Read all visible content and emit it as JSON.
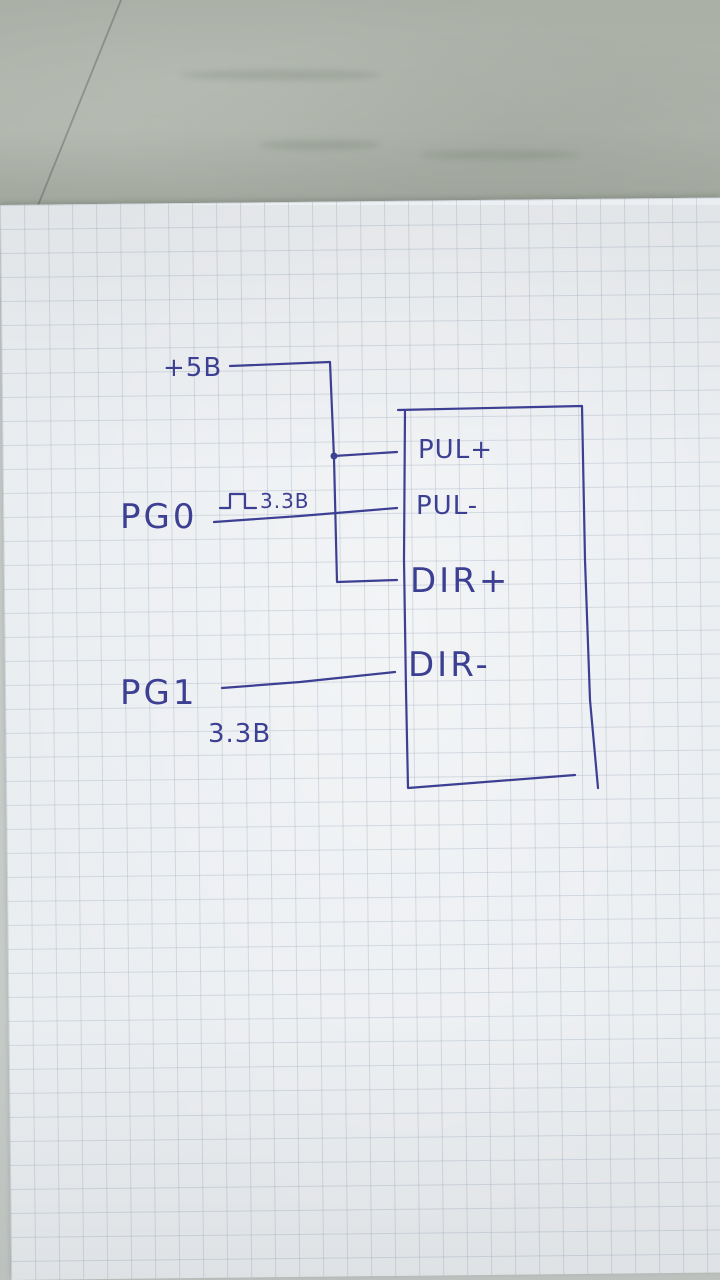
{
  "diagram": {
    "supply_label": "+5B",
    "input_pg0_label": "PG0",
    "pg0_signal_label": "3.3B",
    "input_pg1_label": "PG1",
    "pg1_signal_label": "3.3B",
    "driver_pins": [
      "PUL+",
      "PUL-",
      "DIR+",
      "DIR-"
    ]
  },
  "colors": {
    "ink": "#3c3f92",
    "paper": "#ebeef1",
    "grid": "#96a5b9"
  }
}
